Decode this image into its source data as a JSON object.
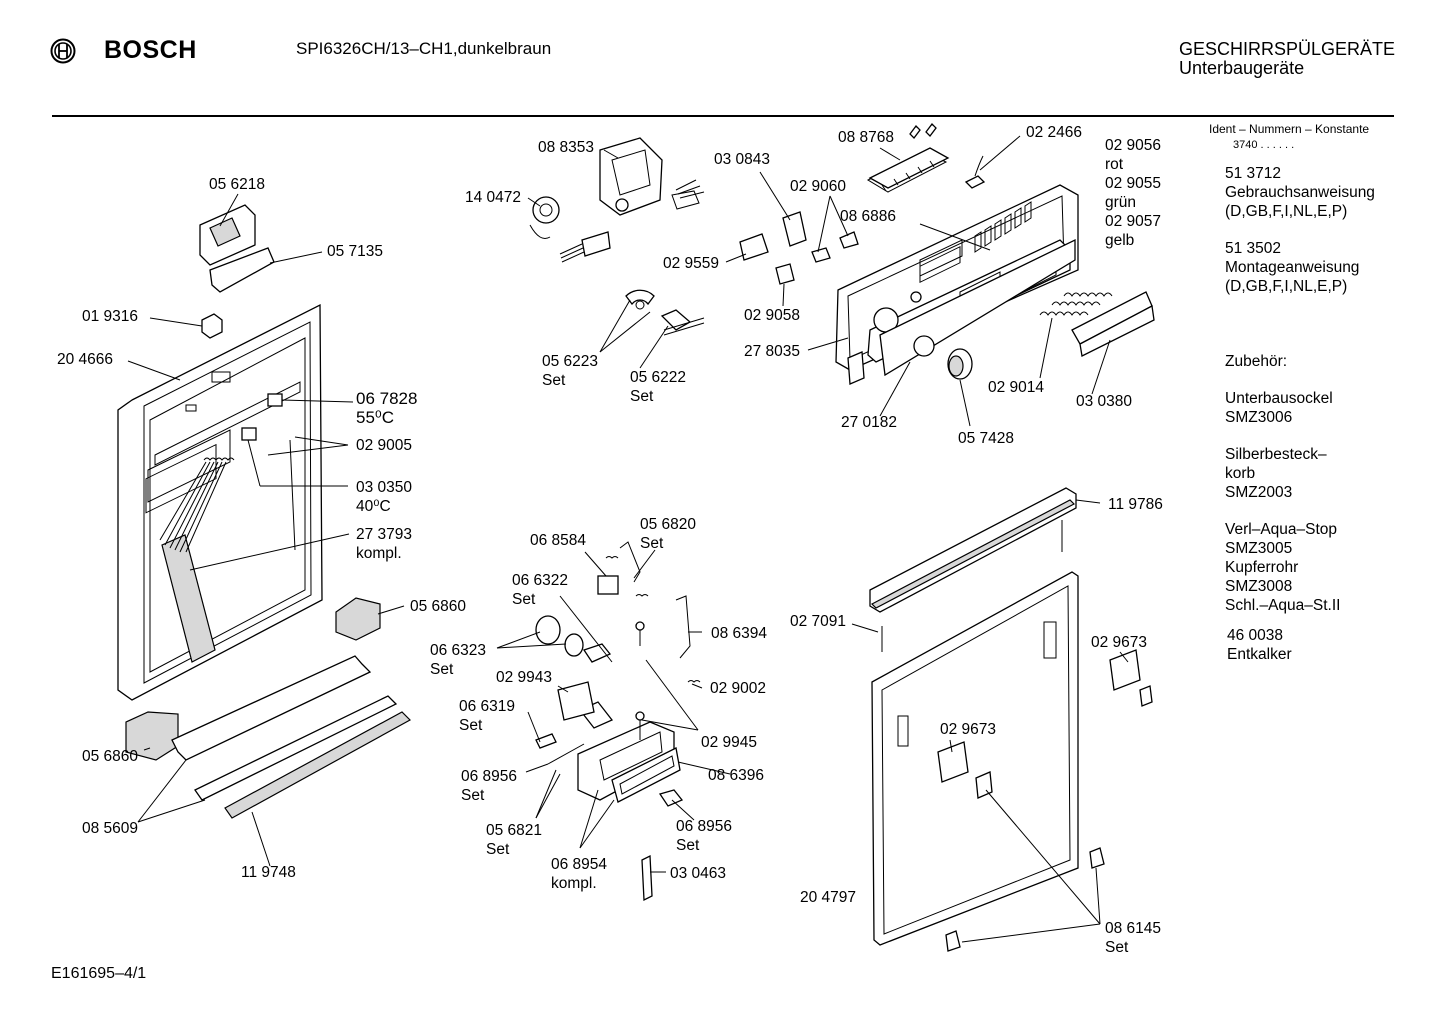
{
  "header": {
    "brand": "BOSCH",
    "model": "SPI6326CH/13–CH1,dunkelbraun",
    "category_line1": "GESCHIRRSPÜLGERÄTE",
    "category_line2": "Unterbaugeräte"
  },
  "sidebar": {
    "ident_heading": "Ident – Nummern – Konstante",
    "ident_value": "3740 . .   . . . .",
    "groups": [
      {
        "lines": [
          "51 3712",
          "Gebrauchsanweisung",
          "(D,GB,F,I,NL,E,P)"
        ]
      },
      {
        "lines": [
          "51 3502",
          "Montageanweisung",
          "(D,GB,F,I,NL,E,P)"
        ]
      },
      {
        "lines": [
          "Zubehör:"
        ]
      },
      {
        "lines": [
          "Unterbausockel",
          "SMZ3006"
        ]
      },
      {
        "lines": [
          "Silberbesteck–",
          "korb",
          "SMZ2003"
        ]
      },
      {
        "lines": [
          "Verl–Aqua–Stop",
          "SMZ3005",
          "Kupferrohr",
          "SMZ3008",
          "Schl.–Aqua–St.II"
        ]
      },
      {
        "lines": [
          "46 0038",
          "Entkalker"
        ]
      }
    ]
  },
  "labels": [
    {
      "id": "056218",
      "lines": [
        "05 6218"
      ]
    },
    {
      "id": "057135",
      "lines": [
        "05 7135"
      ]
    },
    {
      "id": "019316",
      "lines": [
        "01 9316"
      ]
    },
    {
      "id": "204666",
      "lines": [
        "20 4666"
      ]
    },
    {
      "id": "067828",
      "lines": [
        "06 7828",
        "55⁰C"
      ]
    },
    {
      "id": "029005",
      "lines": [
        "02 9005"
      ]
    },
    {
      "id": "030350",
      "lines": [
        "03 0350",
        "40⁰C"
      ]
    },
    {
      "id": "273793",
      "lines": [
        "27 3793",
        "kompl."
      ]
    },
    {
      "id": "056860a",
      "lines": [
        "05 6860"
      ]
    },
    {
      "id": "056860b",
      "lines": [
        "05 6860"
      ]
    },
    {
      "id": "085609",
      "lines": [
        "08 5609"
      ]
    },
    {
      "id": "119748",
      "lines": [
        "11 9748"
      ]
    },
    {
      "id": "088353",
      "lines": [
        "08 8353"
      ]
    },
    {
      "id": "140472",
      "lines": [
        "14 0472"
      ]
    },
    {
      "id": "030843",
      "lines": [
        "03 0843"
      ]
    },
    {
      "id": "029060",
      "lines": [
        "02 9060"
      ]
    },
    {
      "id": "029559",
      "lines": [
        "02 9559"
      ]
    },
    {
      "id": "029058",
      "lines": [
        "02 9058"
      ]
    },
    {
      "id": "056223",
      "lines": [
        "05 6223",
        "Set"
      ]
    },
    {
      "id": "056222",
      "lines": [
        "05 6222",
        "Set"
      ]
    },
    {
      "id": "088768",
      "lines": [
        "08 8768"
      ]
    },
    {
      "id": "022466",
      "lines": [
        "02 2466"
      ]
    },
    {
      "id": "029056",
      "lines": [
        "02 9056",
        "rot",
        "02 9055",
        "grün",
        "02 9057",
        "gelb"
      ]
    },
    {
      "id": "086886",
      "lines": [
        "08 6886"
      ]
    },
    {
      "id": "278035",
      "lines": [
        "27 8035"
      ]
    },
    {
      "id": "270182",
      "lines": [
        "27 0182"
      ]
    },
    {
      "id": "057428",
      "lines": [
        "05 7428"
      ]
    },
    {
      "id": "029014",
      "lines": [
        "02 9014"
      ]
    },
    {
      "id": "030380",
      "lines": [
        "03 0380"
      ]
    },
    {
      "id": "119786",
      "lines": [
        "11 9786"
      ]
    },
    {
      "id": "068584",
      "lines": [
        "06 8584"
      ]
    },
    {
      "id": "056820",
      "lines": [
        "05 6820",
        "Set"
      ]
    },
    {
      "id": "066322",
      "lines": [
        "06 6322",
        "Set"
      ]
    },
    {
      "id": "086394",
      "lines": [
        "08 6394"
      ]
    },
    {
      "id": "066323",
      "lines": [
        "06 6323",
        "Set"
      ]
    },
    {
      "id": "029943",
      "lines": [
        "02 9943"
      ]
    },
    {
      "id": "029002",
      "lines": [
        "02 9002"
      ]
    },
    {
      "id": "066319",
      "lines": [
        "06 6319",
        "Set"
      ]
    },
    {
      "id": "029945",
      "lines": [
        "02 9945"
      ]
    },
    {
      "id": "068956a",
      "lines": [
        "06 8956",
        "Set"
      ]
    },
    {
      "id": "086396",
      "lines": [
        "08 6396"
      ]
    },
    {
      "id": "056821",
      "lines": [
        "05 6821",
        "Set"
      ]
    },
    {
      "id": "068956b",
      "lines": [
        "06 8956",
        "Set"
      ]
    },
    {
      "id": "068954",
      "lines": [
        "06 8954",
        "kompl."
      ]
    },
    {
      "id": "030463",
      "lines": [
        "03 0463"
      ]
    },
    {
      "id": "027091",
      "lines": [
        "02 7091"
      ]
    },
    {
      "id": "029673a",
      "lines": [
        "02 9673"
      ]
    },
    {
      "id": "029673b",
      "lines": [
        "02 9673"
      ]
    },
    {
      "id": "204797",
      "lines": [
        "20 4797"
      ]
    },
    {
      "id": "086145",
      "lines": [
        "08 6145",
        "Set"
      ]
    }
  ],
  "footer": {
    "code": "E161695–4/1"
  }
}
